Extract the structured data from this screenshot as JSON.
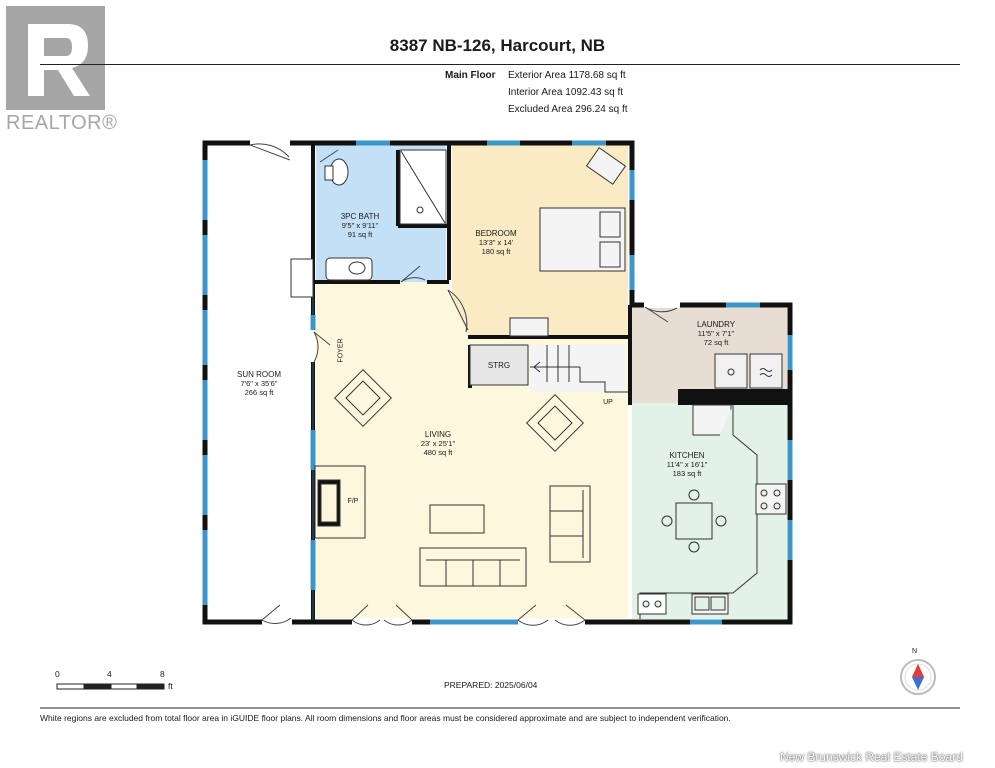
{
  "title": "8387 NB-126, Harcourt, NB",
  "floor_name": "Main Floor",
  "areas": {
    "exterior": "Exterior Area 1178.68 sq ft",
    "interior": "Interior Area 1092.43 sq ft",
    "excluded": "Excluded Area 296.24 sq ft"
  },
  "rooms": {
    "bath": {
      "name": "3PC BATH",
      "dims": "9'5\" x 9'11\"",
      "area": "91 sq ft"
    },
    "bedroom": {
      "name": "BEDROOM",
      "dims": "13'3\" x 14'",
      "area": "180 sq ft"
    },
    "laundry": {
      "name": "LAUNDRY",
      "dims": "11'5\" x 7'1\"",
      "area": "72 sq ft"
    },
    "sunroom": {
      "name": "SUN ROOM",
      "dims": "7'6\" x 35'6\"",
      "area": "266 sq ft"
    },
    "living": {
      "name": "LIVING",
      "dims": "23' x 25'1\"",
      "area": "480 sq ft"
    },
    "kitchen": {
      "name": "KITCHEN",
      "dims": "11'4\" x 16'1\"",
      "area": "183 sq ft"
    }
  },
  "labels": {
    "strg": "STRG",
    "foyer": "FOYER",
    "fp": "F/P",
    "up": "UP"
  },
  "scale": {
    "ticks": [
      "0",
      "4",
      "8"
    ],
    "unit": "ft"
  },
  "prepared": "PREPARED: 2025/06/04",
  "compass": "N",
  "disclaimer": "White regions are excluded from total floor area in iGUIDE floor plans. All room dimensions and floor areas must be considered approximate and are subject to independent verification.",
  "logo_text": "REALTOR®",
  "watermark": "New Brunswick Real Estate Board",
  "colors": {
    "bath": "#c3e0f7",
    "bedroom": "#faebc4",
    "living": "#fdf7de",
    "laundry": "#e7ddd2",
    "kitchen": "#e2f2e6",
    "window": "#3c96c8",
    "wall": "#111111"
  }
}
